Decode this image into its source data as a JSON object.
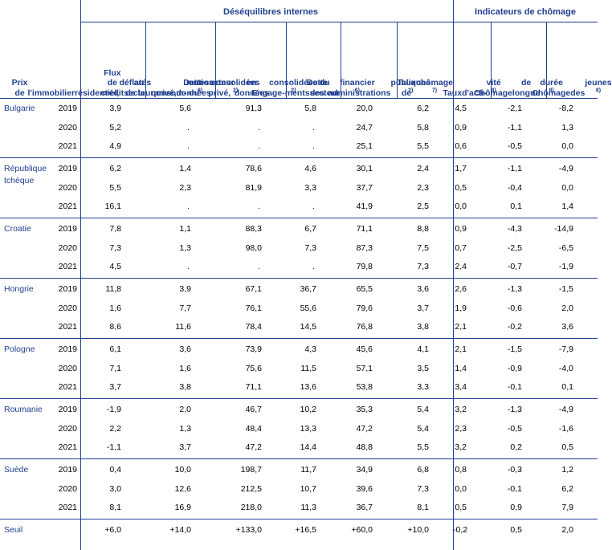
{
  "groups": {
    "internal": "Déséquilibres internes",
    "unemployment": "Indicateurs de chômage"
  },
  "headers": [
    {
      "lines": [
        "Prix de",
        "l'immobilier",
        "résidentiel,",
        "déflatés de la",
        "consom-"
      ],
      "last": "mation",
      "note": "6)"
    },
    {
      "lines": [
        "Flux de crédit",
        "au secteur",
        "privé,",
        "en données"
      ],
      "last": "consolidées",
      "note": "2)"
    },
    {
      "lines": [
        "Dette du",
        "secteur privé,",
        "en données"
      ],
      "last": "consolidées",
      "note": "2)"
    },
    {
      "lines": [
        "Engage-",
        "ments",
        "du secteur"
      ],
      "last": "financier",
      "note": "6)"
    },
    {
      "lines": [
        "Dette des",
        "administrat",
        "ions"
      ],
      "last": "publiques",
      "note": "2)"
    },
    {
      "lines": [
        "Taux de"
      ],
      "last": "chômage",
      "note": "7)"
    },
    {
      "lines": [
        "Taux",
        "d'acti-"
      ],
      "last": "vité",
      "note": "8)"
    },
    {
      "lines": [
        "Chômage",
        "de longue"
      ],
      "last": "durée",
      "note": "8)"
    },
    {
      "lines": [
        "Chômage",
        "des"
      ],
      "last": "jeunes",
      "note": "8)"
    }
  ],
  "countries": [
    {
      "name": "Bulgarie",
      "rows": [
        {
          "year": "2019",
          "values": [
            "3,9",
            "5,6",
            "91,3",
            "5,8",
            "20,0",
            "6,2",
            "4,5",
            "-2,1",
            "-8,2"
          ]
        },
        {
          "year": "2020",
          "values": [
            "5,2",
            ".",
            ".",
            ".",
            "24,7",
            "5,8",
            "0,9",
            "-1,1",
            "1,3"
          ]
        },
        {
          "year": "2021",
          "values": [
            "4,9",
            ".",
            ".",
            ".",
            "25,1",
            "5,5",
            "0,6",
            "-0,5",
            "0,0"
          ]
        }
      ]
    },
    {
      "name": "République tchèque",
      "rows": [
        {
          "year": "2019",
          "values": [
            "6,2",
            "1,4",
            "78,6",
            "4,6",
            "30,1",
            "2,4",
            "1,7",
            "-1,1",
            "-4,9"
          ]
        },
        {
          "year": "2020",
          "values": [
            "5,5",
            "2,3",
            "81,9",
            "3,3",
            "37,7",
            "2,3",
            "0,5",
            "-0,4",
            "0,0"
          ]
        },
        {
          "year": "2021",
          "values": [
            "16,1",
            ".",
            ".",
            ".",
            "41,9",
            "2,5",
            "0,0",
            "0,1",
            "1,4"
          ]
        }
      ]
    },
    {
      "name": "Croatie",
      "rows": [
        {
          "year": "2019",
          "values": [
            "7,8",
            "1,1",
            "88,3",
            "6,7",
            "71,1",
            "8,8",
            "0,9",
            "-4,3",
            "-14,9"
          ]
        },
        {
          "year": "2020",
          "values": [
            "7,3",
            "1,3",
            "98,0",
            "7,3",
            "87,3",
            "7,5",
            "0,7",
            "-2,5",
            "-6,5"
          ]
        },
        {
          "year": "2021",
          "values": [
            "4,5",
            ".",
            ".",
            ".",
            "79,8",
            "7,3",
            "2,4",
            "-0,7",
            "-1,9"
          ]
        }
      ]
    },
    {
      "name": "Hongrie",
      "rows": [
        {
          "year": "2019",
          "values": [
            "11,8",
            "3,9",
            "67,1",
            "36,7",
            "65,5",
            "3,6",
            "2,6",
            "-1,3",
            "-1,5"
          ]
        },
        {
          "year": "2020",
          "values": [
            "1,6",
            "7,7",
            "76,1",
            "55,6",
            "79,6",
            "3,7",
            "1,9",
            "-0,6",
            "2,0"
          ]
        },
        {
          "year": "2021",
          "values": [
            "8,6",
            "11,6",
            "78,4",
            "14,5",
            "76,8",
            "3,8",
            "2,1",
            "-0,2",
            "3,6"
          ]
        }
      ]
    },
    {
      "name": "Pologne",
      "rows": [
        {
          "year": "2019",
          "values": [
            "6,1",
            "3,6",
            "73,9",
            "4,3",
            "45,6",
            "4,1",
            "2,1",
            "-1,5",
            "-7,9"
          ]
        },
        {
          "year": "2020",
          "values": [
            "7,1",
            "1,6",
            "75,6",
            "11,5",
            "57,1",
            "3,5",
            "1,4",
            "-0,9",
            "-4,0"
          ]
        },
        {
          "year": "2021",
          "values": [
            "3,7",
            "3,8",
            "71,1",
            "13,6",
            "53,8",
            "3,3",
            "3,4",
            "-0,1",
            "0,1"
          ]
        }
      ]
    },
    {
      "name": "Roumanie",
      "rows": [
        {
          "year": "2019",
          "values": [
            "-1,9",
            "2,0",
            "46,7",
            "10,2",
            "35,3",
            "5,4",
            "3,2",
            "-1,3",
            "-4,9"
          ]
        },
        {
          "year": "2020",
          "values": [
            "2,2",
            "1,3",
            "48,4",
            "13,3",
            "47,2",
            "5,4",
            "2,3",
            "-0,5",
            "-1,6"
          ]
        },
        {
          "year": "2021",
          "values": [
            "-1,1",
            "3,7",
            "47,2",
            "14,4",
            "48,8",
            "5,5",
            "3,2",
            "0,2",
            "0,5"
          ]
        }
      ]
    },
    {
      "name": "Suède",
      "rows": [
        {
          "year": "2019",
          "values": [
            "0,4",
            "10,0",
            "198,7",
            "11,7",
            "34,9",
            "6,8",
            "0,8",
            "-0,3",
            "1,2"
          ]
        },
        {
          "year": "2020",
          "values": [
            "3,0",
            "12,6",
            "212,5",
            "10,7",
            "39,6",
            "7,3",
            "0,0",
            "-0,1",
            "6,2"
          ]
        },
        {
          "year": "2021",
          "values": [
            "8,1",
            "16,9",
            "218,0",
            "11,3",
            "36,7",
            "8,1",
            "0,5",
            "0,9",
            "7,9"
          ]
        }
      ]
    }
  ],
  "threshold": {
    "label": "Seuil",
    "values": [
      "+6,0",
      "+14,0",
      "+133,0",
      "+16,5",
      "+60,0",
      "+10,0",
      "-0,2",
      "0,5",
      "2,0"
    ]
  }
}
